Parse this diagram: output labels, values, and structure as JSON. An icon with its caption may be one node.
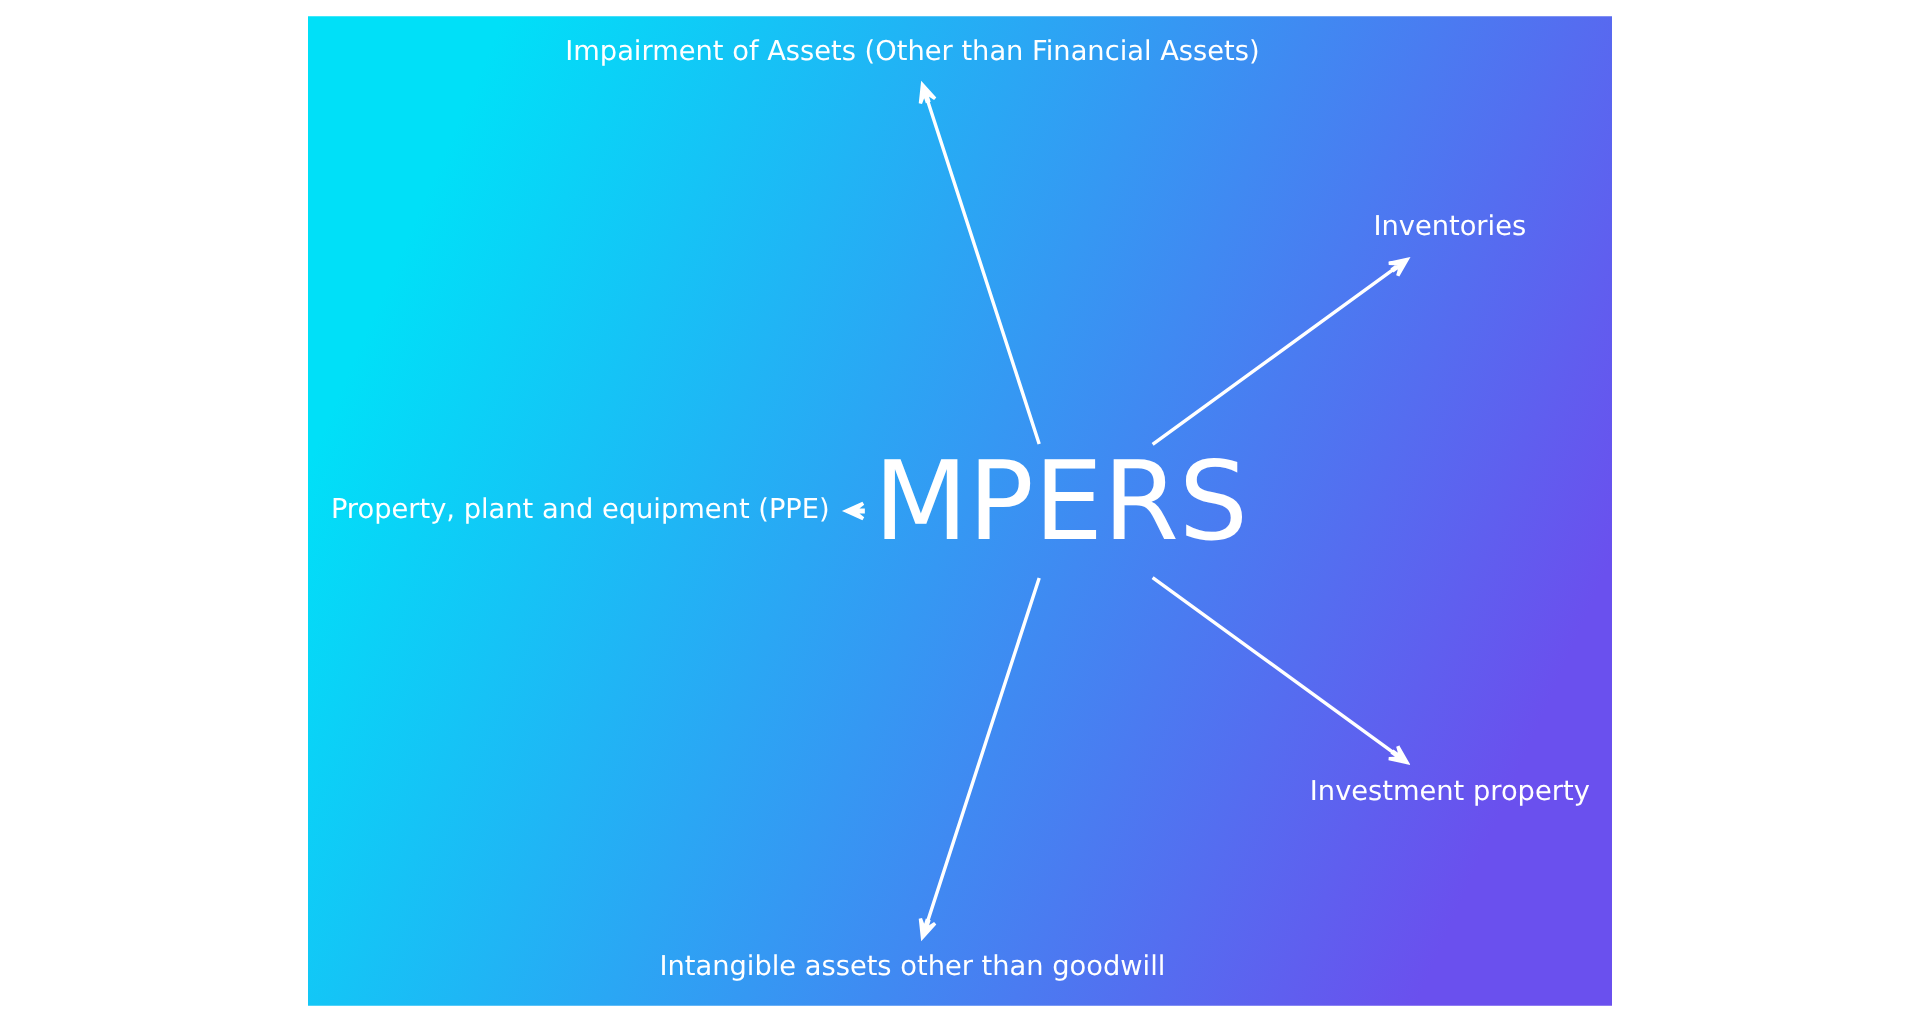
{
  "diagram": {
    "nodes": [
      {
        "text": [
          "MPERS"
        ]
      },
      {
        "text": [
          "Inventories"
        ]
      },
      {
        "text": [
          "Impairment of Assets (Other than Financial Assets)"
        ]
      },
      {
        "text": [
          "Property, plant and equipment (PPE)"
        ]
      },
      {
        "text": [
          "Intangible assets other than goodwill"
        ]
      },
      {
        "text": [
          "Investment property"
        ]
      }
    ],
    "edges": [
      {
        "from": 0,
        "to": 1,
        "arrow": "to"
      },
      {
        "from": 0,
        "to": 2,
        "arrow": "to"
      },
      {
        "from": 0,
        "to": 3,
        "arrow": "to"
      },
      {
        "from": 0,
        "to": 4,
        "arrow": "to"
      },
      {
        "from": 0,
        "to": 5,
        "arrow": "to"
      }
    ]
  }
}
